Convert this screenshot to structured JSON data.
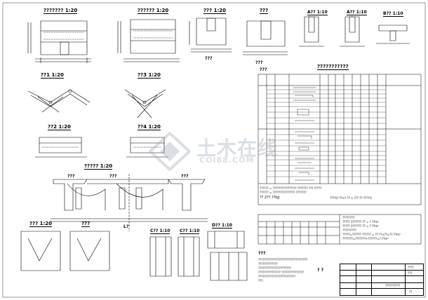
{
  "labels": {
    "top_row": [
      {
        "name": "view-1-title",
        "text": "???????",
        "scale": "1:20"
      },
      {
        "name": "view-2-title",
        "text": "??????",
        "scale": "1:20"
      },
      {
        "name": "view-3-title",
        "text": "???",
        "scale": "1:20"
      },
      {
        "name": "view-4-title",
        "text": "???",
        "scale": ""
      },
      {
        "name": "view-5-title",
        "text": "A??",
        "scale": "1:10"
      },
      {
        "name": "view-6-title",
        "text": "A??",
        "scale": "1:10"
      },
      {
        "name": "view-7-title",
        "text": "B??",
        "scale": "1:10"
      }
    ],
    "sub_under_views": [
      "???",
      "???",
      "???"
    ],
    "mid_left": [
      {
        "name": "node-1-title",
        "text": "??1",
        "scale": "1:20"
      },
      {
        "name": "node-3-title",
        "text": "??3",
        "scale": "1:20"
      },
      {
        "name": "node-2-title",
        "text": "??2",
        "scale": "1:20"
      },
      {
        "name": "node-4-title",
        "text": "??4",
        "scale": "1:20"
      }
    ],
    "section_title": {
      "text": "?????",
      "scale": "1:20"
    },
    "section_small": [
      "???",
      "???",
      "???"
    ],
    "bottom_row": [
      {
        "name": "detail-a-title",
        "text": "???",
        "scale": "1:20"
      },
      {
        "name": "detail-b-title",
        "text": "???",
        "scale": ""
      },
      {
        "name": "detail-c-title",
        "text": "C??",
        "scale": "1:10"
      },
      {
        "name": "detail-d-title",
        "text": "C??",
        "scale": "1:10"
      },
      {
        "name": "detail-e-title",
        "text": "D??",
        "scale": "1:10"
      }
    ],
    "section_axis": "L?",
    "sheet_marks": "? ?"
  },
  "rebar_table": {
    "title": "???????????",
    "footer_1": "?????? = ???????????????? ??????? ??? ?????",
    "footer_2": "?????? = ??????????????? ???????",
    "footer_3": "??   2??.??kg",
    "footer_4": "????(?.??×?.?? + ???.?? ?????)"
  },
  "small_table": {
    "title": "????????:",
    "line_1": "????? 1??????.?? = ?.??m³",
    "line_2": "????? 1??????.?? = ?.??m³",
    "line_3": "?????????:",
    "line_4": "?????=?????? ?????? = ??.??×??=??.??m³",
    "line_5": "???????=???????+??????=?.??m³"
  },
  "notes": {
    "title": "???",
    "lines": [
      "?????????????????????????????????",
      "?????????????",
      "??????????????????????",
      "??????????????? ???????????????",
      "?????????????????????????",
      "???."
    ]
  },
  "title_block": {
    "drawing_name": "??????????",
    "drawing_no": "????",
    "sheet": "???",
    "page": "??"
  },
  "watermark": {
    "main": "土木在线",
    "sub": "COI88.COM"
  }
}
